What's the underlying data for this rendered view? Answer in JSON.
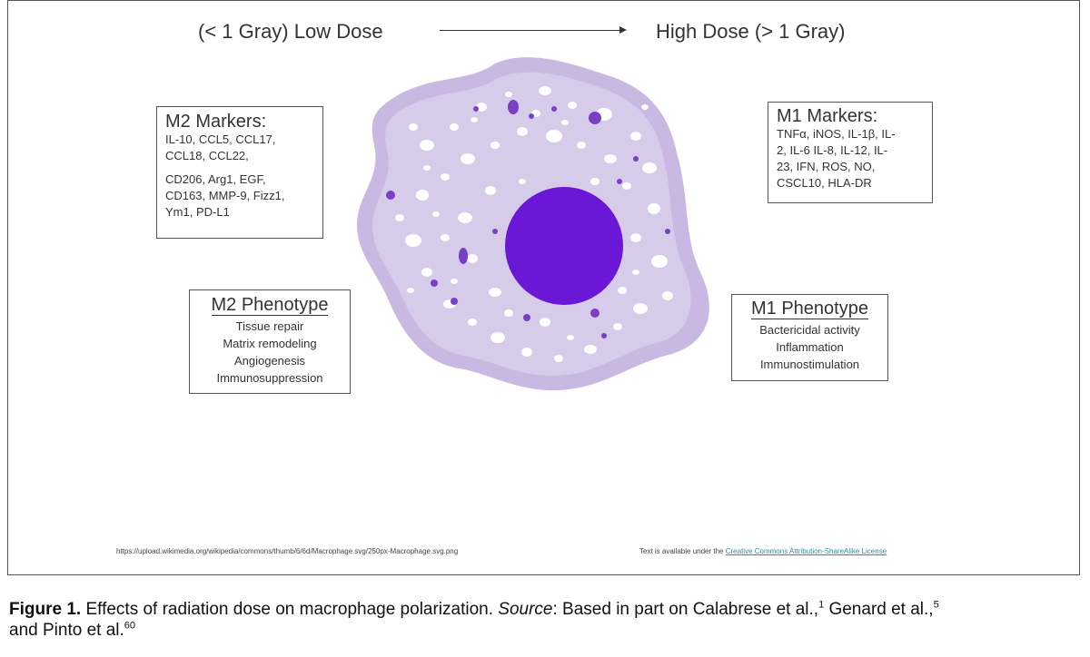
{
  "header": {
    "low_dose": "(< 1 Gray)  Low Dose",
    "high_dose": "High Dose  (> 1 Gray)"
  },
  "m2_markers": {
    "title": "M2 Markers:",
    "lines": [
      "IL-10,  CCL5,  CCL17,",
      "CCL18,  CCL22,",
      "",
      "CD206,  Arg1,  EGF,",
      "CD163,  MMP-9,  Fizz1,",
      "Ym1,  PD-L1"
    ]
  },
  "m1_markers": {
    "title": "M1 Markers:",
    "lines": [
      "TNFα,  iNOS,  IL-1β,  IL-",
      "2,  IL-6  IL-8,  IL-12,  IL-",
      "23,  IFN,  ROS,  NO,",
      "CSCL10,  HLA-DR"
    ]
  },
  "m2_phenotype": {
    "title": "M2 Phenotype",
    "lines": [
      "Tissue repair",
      "Matrix remodeling",
      "Angiogenesis",
      "Immunosuppression"
    ]
  },
  "m1_phenotype": {
    "title": "M1 Phenotype",
    "lines": [
      "Bactericidal activity",
      "Inflammation",
      "Immunostimulation"
    ]
  },
  "footer": {
    "url": "https://upload.wikimedia.org/wikipedia/commons/thumb/6/6d/Macrophage.svg/250px-Macrophage.svg.png",
    "license_prefix": "Text is available under the ",
    "license_link": "Creative Commons  Attribution-ShareAlike License"
  },
  "caption": {
    "label": "Figure 1.",
    "text_1": " Effects of radiation dose on macrophage polarization. ",
    "source_label": "Source",
    "text_2": ": Based in part on Calabrese et al.,",
    "ref_1": "1",
    "text_3": "  Genard et al.,",
    "ref_2": "5",
    "text_4": "and Pinto et al.",
    "ref_3": "60"
  },
  "colors": {
    "cell_outer": "#c9b8e2",
    "cell_inner": "#d6cbe9",
    "nucleus": "#6a17d6",
    "granule_purple": "#7a3fc4",
    "vacuole": "#ffffff"
  }
}
